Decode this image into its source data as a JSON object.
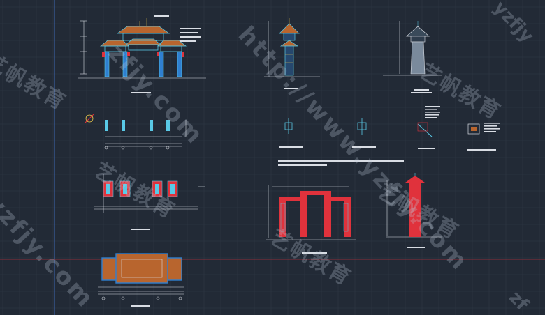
{
  "watermarks": {
    "url_main": "http://www.yzfjy.com",
    "url_top_right": "yzfjy",
    "url_left": "yzfjy.com",
    "url_mid": "zfjy.com",
    "cn_1": "艺帆教育",
    "cn_2": "艺帆教育",
    "cn_3": "艺帆教育",
    "cn_4": "艺帆教育",
    "cn_5": "艺帆教育",
    "url_br": "zf"
  },
  "colors": {
    "background": "#222a36",
    "grid": "#2f3947",
    "axis_blue": "#3b5e9e",
    "axis_red": "#8e2f3a",
    "cad_cyan": "#59c9e6",
    "cad_white": "#d9dde4",
    "cad_red": "#e0323c",
    "cad_orange": "#b8652e",
    "cad_yellow": "#e7c54a",
    "cad_blue": "#2f7fd0"
  }
}
